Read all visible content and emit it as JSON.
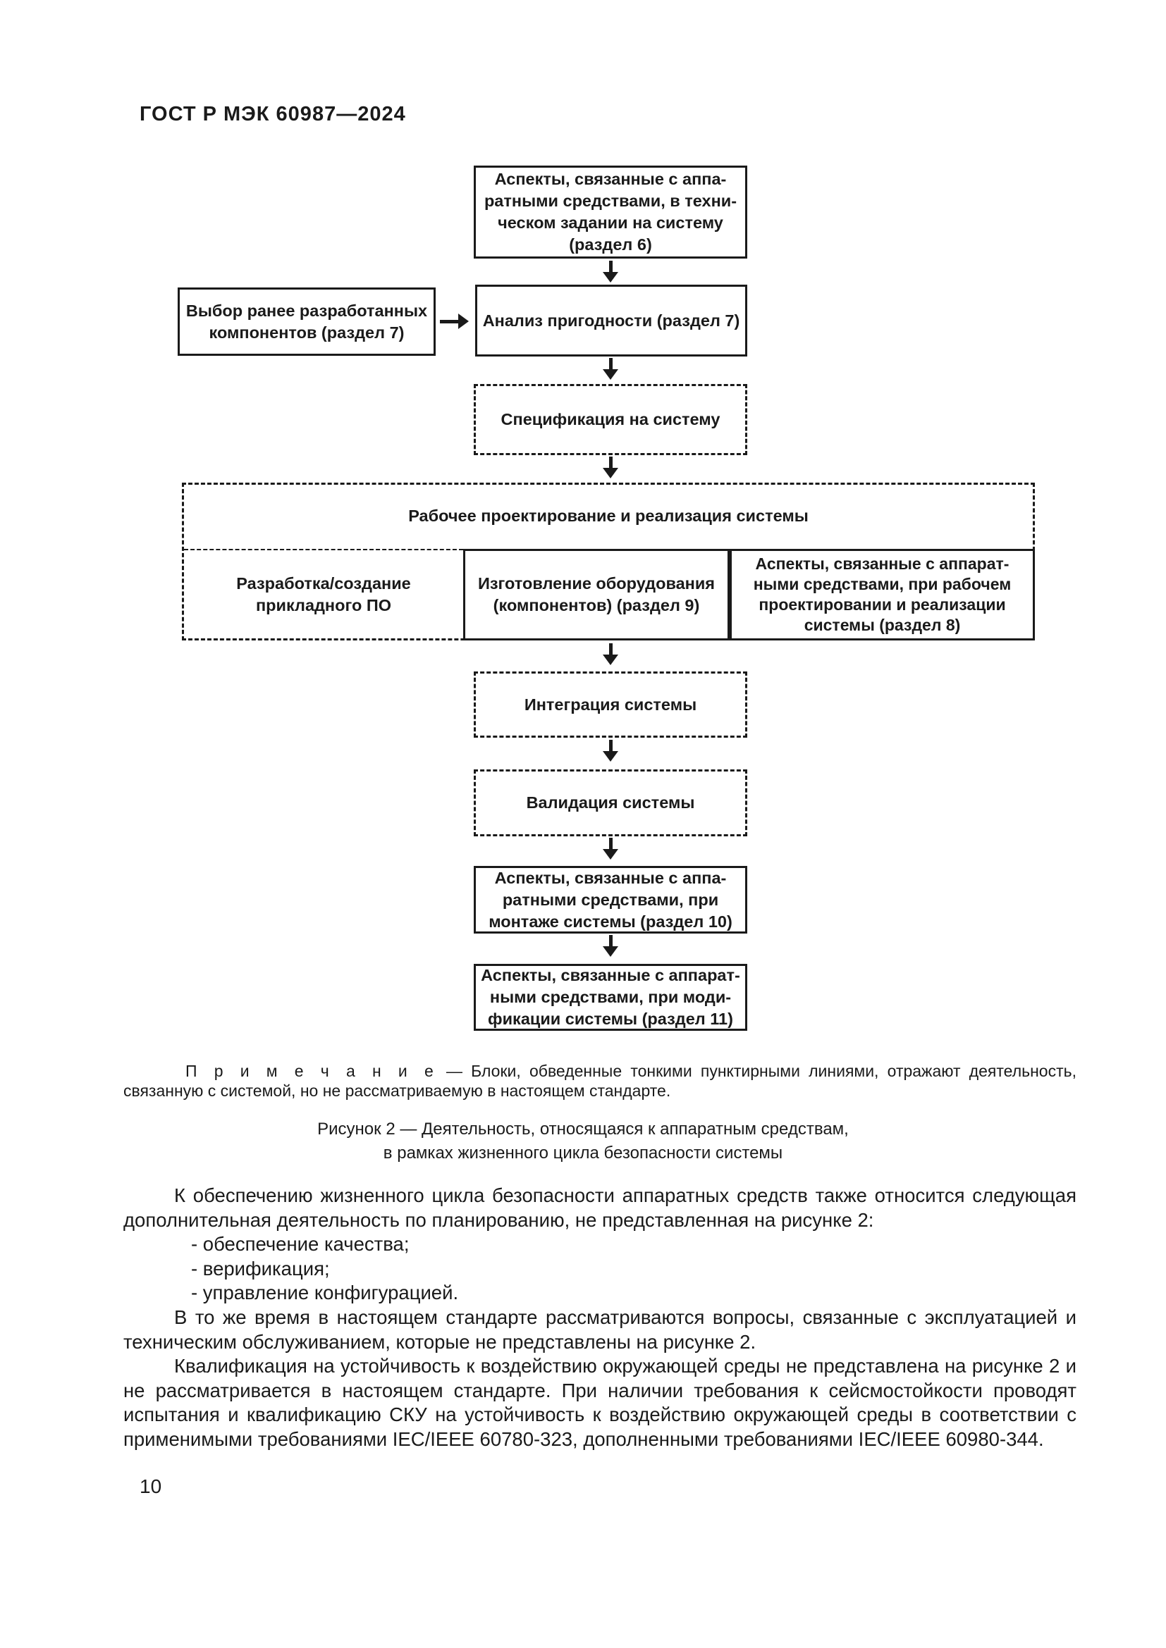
{
  "header": {
    "title": "ГОСТ Р МЭК 60987—2024"
  },
  "flowchart": {
    "box_spec_aspects": {
      "lines": [
        "Аспекты, связанные с аппа-",
        "ратными средствами, в техни-",
        "ческом задании на систему",
        "(раздел 6)"
      ]
    },
    "box_preexisting": {
      "lines": [
        "Выбор ранее разработанных",
        "компонентов (раздел 7)"
      ]
    },
    "box_suitability": {
      "lines": [
        "Анализ пригодности (раздел 7)"
      ]
    },
    "box_system_spec": {
      "lines": [
        "Спецификация на систему"
      ]
    },
    "composite": {
      "title": "Рабочее проектирование и реализация системы",
      "cell_software": {
        "lines": [
          "Разработка/создание",
          "прикладного ПО"
        ]
      },
      "cell_equipment": {
        "lines": [
          "Изготовление оборудования",
          "(компонентов) (раздел 9)"
        ]
      },
      "cell_hw_aspects": {
        "lines": [
          "Аспекты, связанные с аппарат-",
          "ными средствами, при рабочем",
          "проектировании и реализации",
          "системы (раздел 8)"
        ]
      }
    },
    "box_integration": {
      "lines": [
        "Интеграция системы"
      ]
    },
    "box_validation": {
      "lines": [
        "Валидация системы"
      ]
    },
    "box_installation": {
      "lines": [
        "Аспекты, связанные с аппа-",
        "ратными средствами, при",
        "монтаже системы (раздел 10)"
      ]
    },
    "box_modification": {
      "lines": [
        "Аспекты, связанные с аппарат-",
        "ными средствами, при моди-",
        "фикации системы (раздел 11)"
      ]
    }
  },
  "note": {
    "label": "П р и м е ч а н и е",
    "text": " — Блоки, обведенные тонкими пунктирными линиями, отражают деятельность, связанную с системой, но не рассматриваемую в настоящем стандарте."
  },
  "figure_caption": {
    "lines": [
      "Рисунок 2 — Деятельность, относящаяся к аппаратным средствам,",
      "в рамках жизненного цикла безопасности системы"
    ]
  },
  "body": {
    "paragraph_1": "К обеспечению жизненного цикла безопасности аппаратных средств также относится следующая дополнительная деятельность по планированию, не представленная на рисунке 2:",
    "list": [
      "- обеспечение качества;",
      "- верификация;",
      "- управление конфигурацией."
    ],
    "paragraph_2": "В то же время в настоящем стандарте рассматриваются вопросы, связанные с эксплуатацией и техническим обслуживанием, которые не представлены на рисунке 2.",
    "paragraph_3": "Квалификация на устойчивость к воздействию окружающей среды не представлена на рисунке 2 и не рассматривается в настоящем стандарте. При наличии требования к сейсмостойкости проводят испытания и квалификацию СКУ на устойчивость к воздействию окружающей среды в соответствии с применимыми требованиями IEC/IEEE 60780-323, дополненными требованиями IEC/IEEE 60980-344."
  },
  "footer": {
    "page_number": "10"
  }
}
